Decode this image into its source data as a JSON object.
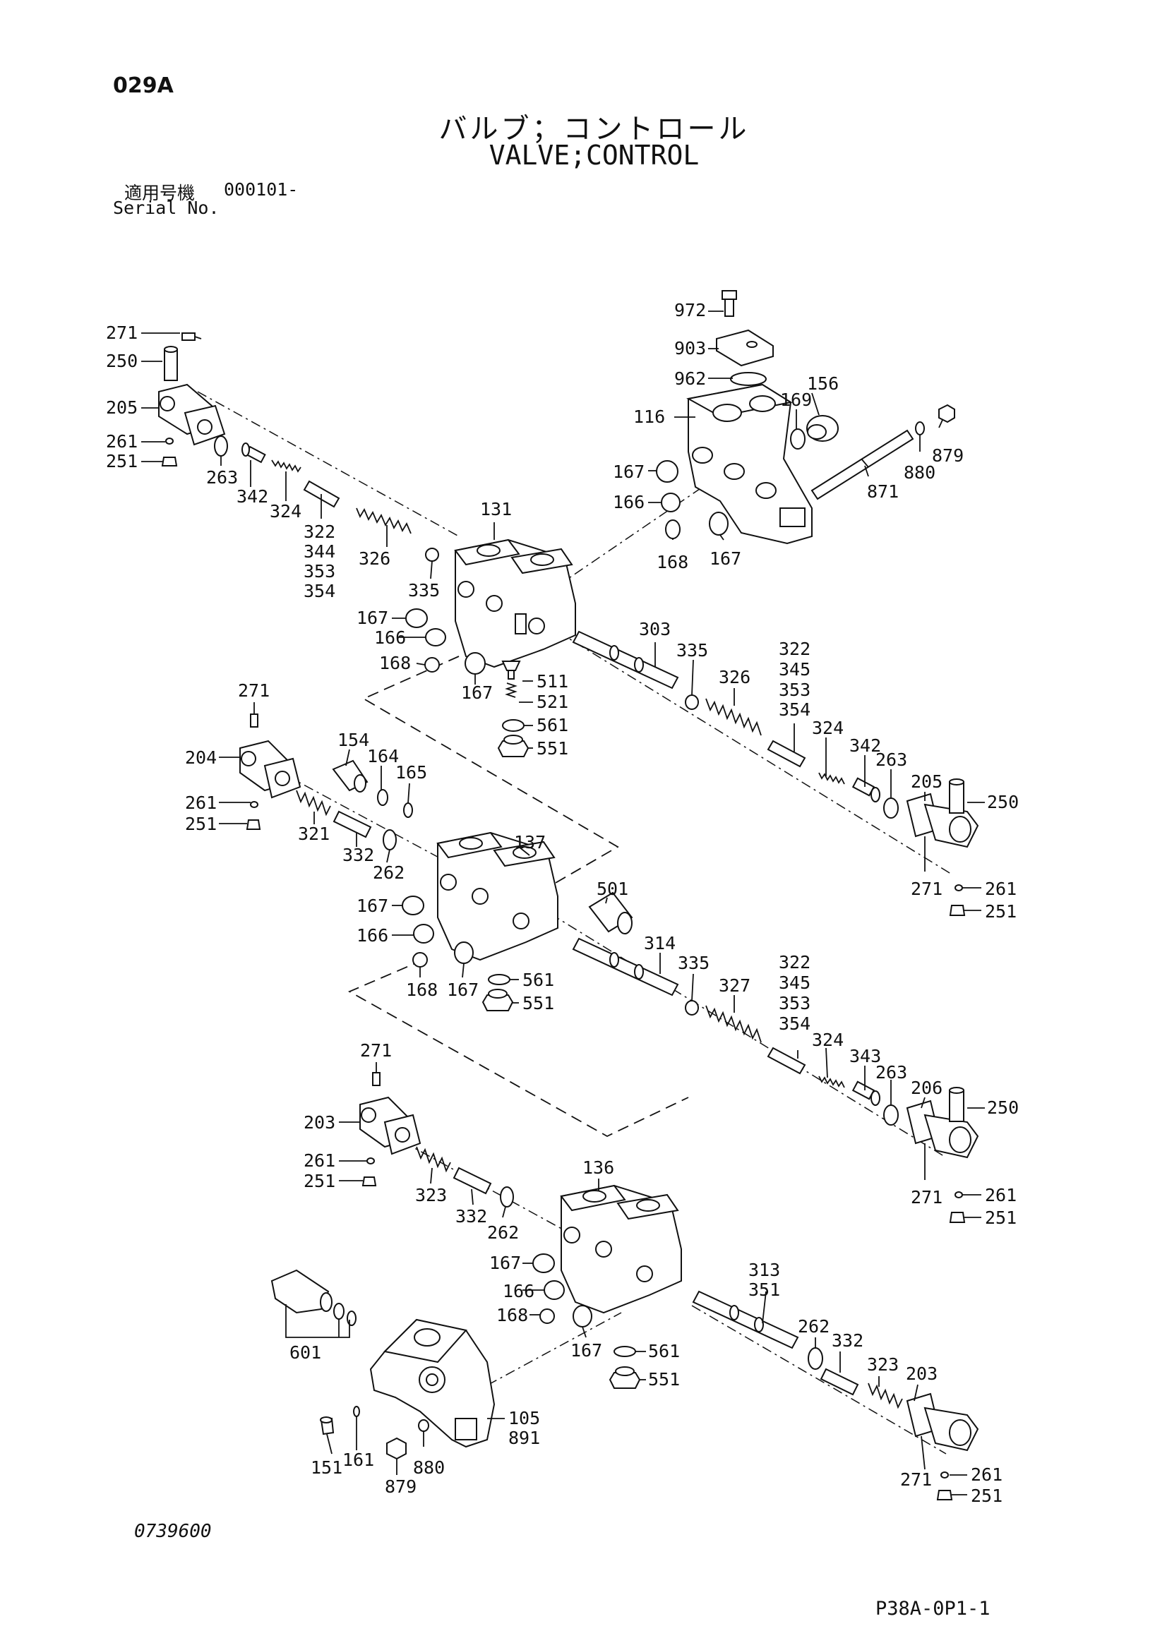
{
  "header": {
    "page_id": "029A",
    "title_jp": "バルブ；コントロール",
    "title_en": "VALVE;CONTROL",
    "serial_label_jp": "適用号機",
    "serial_range": "000101-",
    "serial_label_en": "Serial No."
  },
  "footer": {
    "drawing_number": "0739600",
    "page_code": "P38A-0P1-1"
  },
  "callouts": {
    "c972": "972",
    "c903": "903",
    "c962": "962",
    "c156": "156",
    "c169": "169",
    "c116": "116",
    "c879a": "879",
    "c880a": "880",
    "c871": "871",
    "c167a": "167",
    "c166a": "166",
    "c168a": "168",
    "c167b": "167",
    "c271a": "271",
    "c250a": "250",
    "c205a": "205",
    "c261a": "261",
    "c251a": "251",
    "c263a": "263",
    "c342a": "342",
    "c324a": "324",
    "c322a": "322",
    "c344a": "344",
    "c353a": "353",
    "c354a": "354",
    "c326a": "326",
    "c131": "131",
    "c335a": "335",
    "c167c": "167",
    "c166b": "166",
    "c168b": "168",
    "c167d": "167",
    "c511": "511",
    "c521": "521",
    "c561a": "561",
    "c551a": "551",
    "c303": "303",
    "c335b": "335",
    "c326b": "326",
    "c322b": "322",
    "c345a": "345",
    "c353b": "353",
    "c354b": "354",
    "c324b": "324",
    "c342b": "342",
    "c263b": "263",
    "c205b": "205",
    "c250b": "250",
    "c271b": "271",
    "c261b": "261",
    "c251b": "251",
    "c271c": "271",
    "c204": "204",
    "c154": "154",
    "c164": "164",
    "c165": "165",
    "c261c": "261",
    "c251c": "251",
    "c321": "321",
    "c332a": "332",
    "c262a": "262",
    "c137": "137",
    "c501": "501",
    "c167e": "167",
    "c166c": "166",
    "c168c": "168",
    "c167f": "167",
    "c561b": "561",
    "c551b": "551",
    "c314": "314",
    "c335c": "335",
    "c327": "327",
    "c322c": "322",
    "c345b": "345",
    "c353c": "353",
    "c354c": "354",
    "c324c": "324",
    "c343": "343",
    "c263c": "263",
    "c206": "206",
    "c250c": "250",
    "c271d": "271",
    "c261d": "261",
    "c251d": "251",
    "c271e": "271",
    "c203a": "203",
    "c261e": "261",
    "c251e": "251",
    "c323a": "323",
    "c332b": "332",
    "c262b": "262",
    "c136": "136",
    "c167g": "167",
    "c166d": "166",
    "c168d": "168",
    "c167h": "167",
    "c561c": "561",
    "c551c": "551",
    "c313": "313",
    "c351": "351",
    "c262c": "262",
    "c332c": "332",
    "c323b": "323",
    "c203b": "203",
    "c271f": "271",
    "c261f": "261",
    "c251f": "251",
    "c601": "601",
    "c105": "105",
    "c891": "891",
    "c151": "151",
    "c161": "161",
    "c880b": "880",
    "c879b": "879"
  }
}
